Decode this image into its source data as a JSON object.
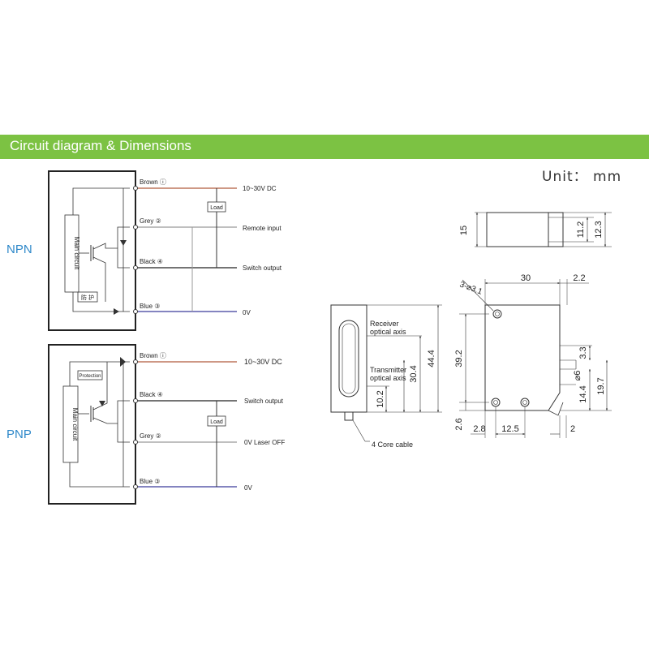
{
  "header": {
    "title": "Circuit diagram & Dimensions",
    "unit": "Unit： mm"
  },
  "npn": {
    "label": "NPN",
    "main_circuit": "Main circuit",
    "protection": "防 护",
    "wires": [
      {
        "color_name": "Brown",
        "num": "1",
        "terminal": "10~30V DC",
        "color": "#b05a3c"
      },
      {
        "color_name": "Grey",
        "num": "2",
        "terminal": "Remote input",
        "color": "#999999"
      },
      {
        "color_name": "Black",
        "num": "4",
        "terminal": "Switch output",
        "color": "#222222"
      },
      {
        "color_name": "Blue",
        "num": "3",
        "terminal": "0V",
        "color": "#3a3a9a"
      }
    ],
    "load": "Load"
  },
  "pnp": {
    "label": "PNP",
    "main_circuit": "Main circuit",
    "protection": "Protection",
    "wires": [
      {
        "color_name": "Brown",
        "num": "1",
        "terminal": "10~30V DC",
        "color": "#b05a3c"
      },
      {
        "color_name": "Black",
        "num": "4",
        "terminal": "Switch output",
        "color": "#222222"
      },
      {
        "color_name": "Grey",
        "num": "2",
        "terminal": "0V  Laser OFF",
        "color": "#999999"
      },
      {
        "color_name": "Blue",
        "num": "3",
        "terminal": "0V",
        "color": "#3a3a9a"
      }
    ],
    "load": "Load"
  },
  "dimensions": {
    "receiver_axis": [
      "Receiver",
      "optical axis"
    ],
    "transmitter_axis": [
      "Transmitter",
      "optical axis"
    ],
    "cable": "4 Core cable",
    "hole": "3-⌀3.1",
    "dim_15": "15",
    "dim_11_2": "11.2",
    "dim_12_3": "12.3",
    "dim_30": "30",
    "dim_2_2": "2.2",
    "dim_44_4": "44.4",
    "dim_10_2": "10.2",
    "dim_30_4": "30.4",
    "dim_39_2": "39.2",
    "dim_3_3": "3.3",
    "dim_phi6": "⌀6",
    "dim_14_4": "14.4",
    "dim_19_7": "19.7",
    "dim_2_6": "2.6",
    "dim_2_8": "2.8",
    "dim_12_5": "12.5",
    "dim_2": "2"
  }
}
